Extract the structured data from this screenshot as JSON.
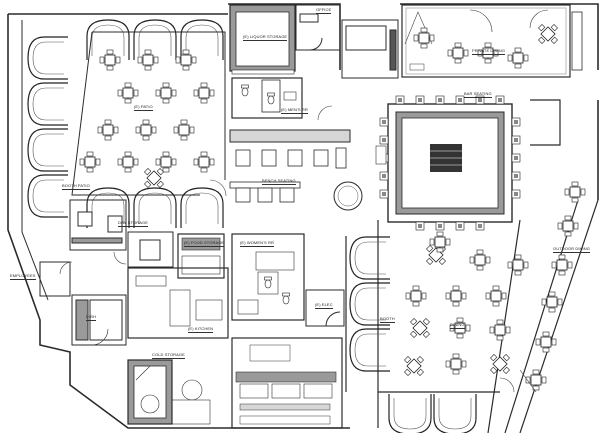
{
  "labels": {
    "office": "OFFICE",
    "liquor_storage": "(E) LIQUOR STORAGE",
    "private_dining": "PRIVATE DINING",
    "patio": "(E) PATIO",
    "mens_rr": "(E) MEN'S RR",
    "bar_seating": "BAR SEATING",
    "bench_seating": "BENCH SEATING",
    "booth_patio": "BOOTH PATIO",
    "dry_storage": "DRY STORAGE",
    "food_storage": "(E) FOOD STORAGE",
    "womens_rr": "(E) WOMEN'S RR",
    "outdoor_dining": "OUTDOOR DINING",
    "employees": "EMPLOYEES",
    "kitchen": "(E) KITCHEN",
    "elec": "(E) ELEC",
    "booth": "BOOTH",
    "dining": "DINING",
    "cold_storage": "COLD STORAGE",
    "dish": "DISH"
  },
  "colors": {
    "line": "#2b2b2b",
    "wall": "#3a3a3a",
    "fill": "#9a9a9a",
    "light": "#d6d6d6"
  }
}
